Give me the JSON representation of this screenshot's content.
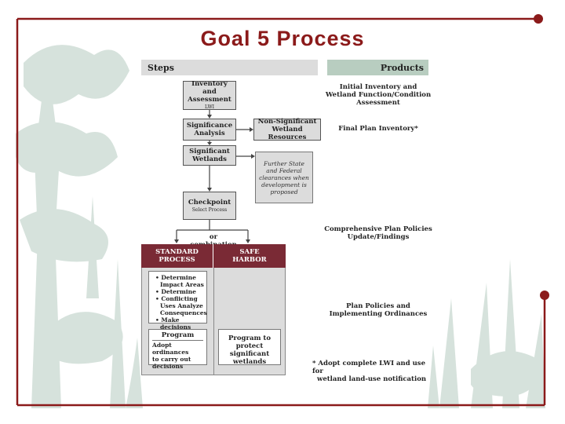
{
  "title": "Goal 5 Process",
  "colors": {
    "title": "#8b1a1a",
    "frame": "#8b1a1a",
    "maroon": "#7a2a35",
    "box": "#dcdcdc",
    "products_header": "#b8cdc0"
  },
  "diagram": {
    "steps_header": "Steps",
    "products_header": "Products",
    "inventory": {
      "line1": "Inventory and",
      "line2": "Assessment",
      "sub": "LWI"
    },
    "significance": {
      "line1": "Significance",
      "line2": "Analysis"
    },
    "non_significant": {
      "line1": "Non-Significant",
      "line2": "Wetland Resources"
    },
    "significant": {
      "line1": "Significant",
      "line2": "Wetlands"
    },
    "further_state_note": [
      "Further State",
      "and Federal",
      "clearances when",
      "development is",
      "proposed"
    ],
    "checkpoint": {
      "label": "Checkpoint",
      "sub": "Select Process"
    },
    "or_combination": "or combination",
    "standard_process": {
      "line1": "STANDARD",
      "line2": "PROCESS"
    },
    "safe_harbor": {
      "line1": "SAFE",
      "line2": "HARBOR"
    },
    "standard_steps": [
      "• Determine Impact Areas",
      "• Determine",
      "• Conflicting Uses Analyze Consequences",
      "• Make decisions"
    ],
    "program": {
      "label": "Program",
      "text": [
        "Adopt ordinances",
        "to carry out",
        "decisions"
      ]
    },
    "safe_harbor_program": [
      "Program to protect",
      "significant",
      "wetlands"
    ],
    "products": [
      [
        "Initial Inventory and",
        "Wetland Function/Condition",
        "Assessment"
      ],
      [
        "Final Plan Inventory*"
      ],
      [
        "Comprehensive Plan Policies",
        "Update/Findings"
      ],
      [
        "Plan Policies and",
        "Implementing Ordinances"
      ],
      [
        "* Adopt complete LWI and use for",
        "wetland land-use notification"
      ]
    ]
  }
}
